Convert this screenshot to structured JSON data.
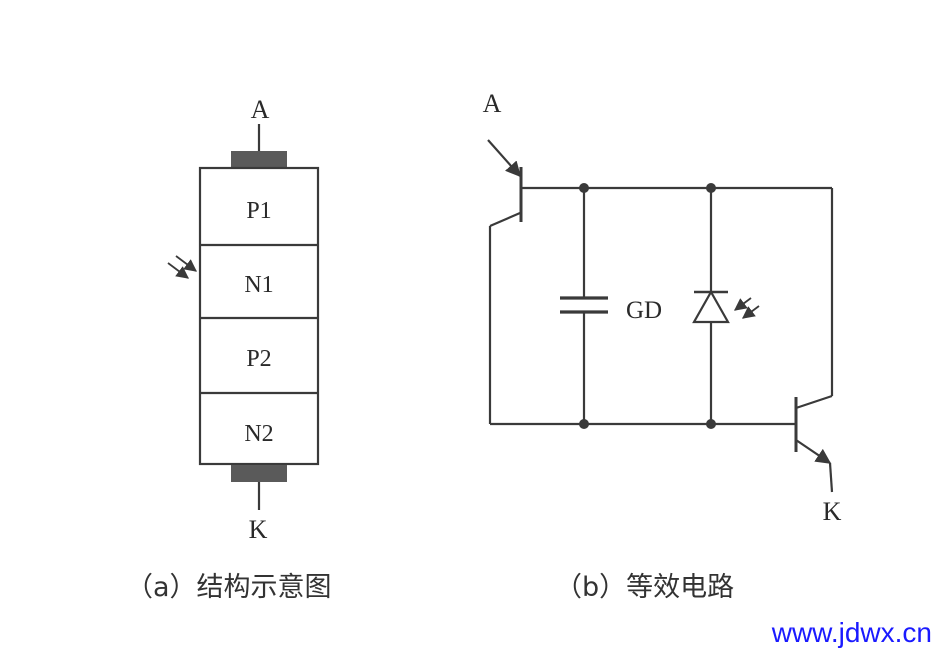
{
  "structure": {
    "anode_label": "A",
    "cathode_label": "K",
    "layers": [
      "P1",
      "N1",
      "P2",
      "N2"
    ],
    "caption": "（a）结构示意图"
  },
  "circuit": {
    "anode_label": "A",
    "cathode_label": "K",
    "photodiode_label": "GD",
    "caption": "（b）等效电路"
  },
  "watermark": "www.jdwx.cn",
  "colors": {
    "line": "#3a3a3a",
    "electrode": "#5a5a5a",
    "watermark": "#1a1aff"
  }
}
